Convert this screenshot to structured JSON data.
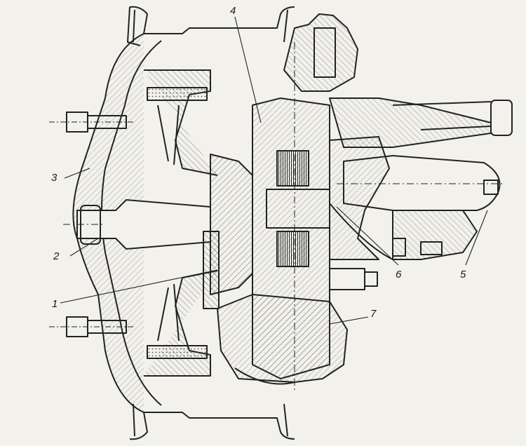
{
  "figure": {
    "callouts": [
      {
        "id": "1",
        "text": "1"
      },
      {
        "id": "2",
        "text": "2"
      },
      {
        "id": "3",
        "text": "3"
      },
      {
        "id": "4",
        "text": "4"
      },
      {
        "id": "5",
        "text": "5"
      },
      {
        "id": "6",
        "text": "6"
      },
      {
        "id": "7",
        "text": "7"
      }
    ],
    "colors": {
      "paper": "#f2f1ec",
      "ink": "#222222",
      "hatch": "#4a4a4a"
    }
  }
}
